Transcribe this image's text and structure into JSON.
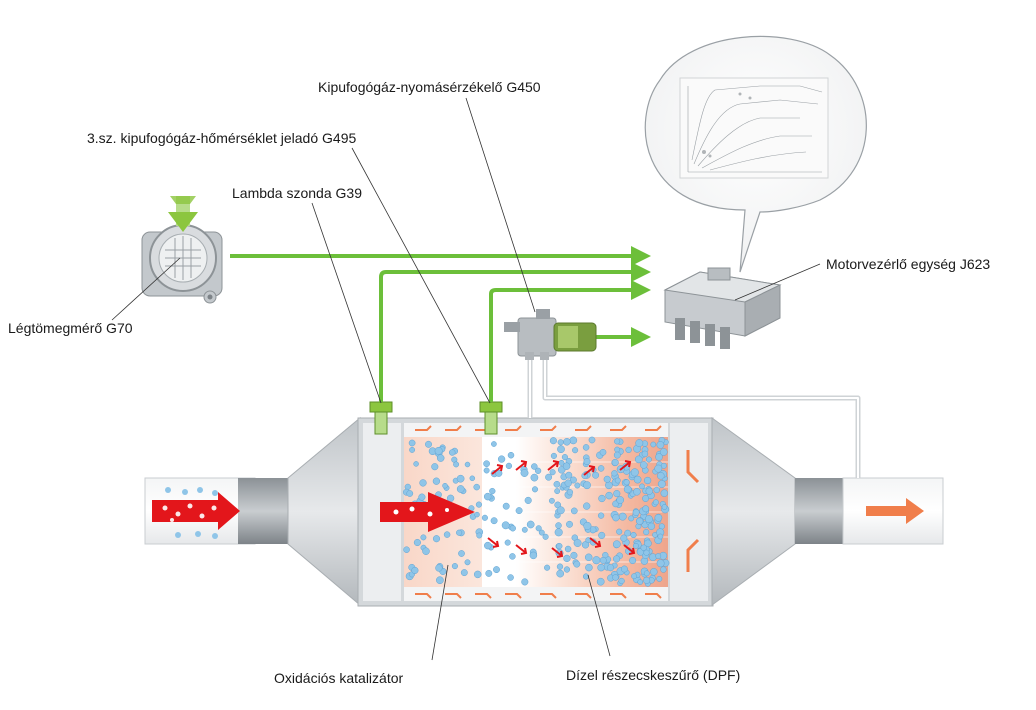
{
  "labels": {
    "pressure_sensor": "Kipufogógáz-nyomásérzékelő  G450",
    "temp_sensor": "3.sz. kipufogógáz-hőmérséklet jeladó  G495",
    "lambda": "Lambda szonda G39",
    "air_mass": "Légtömegmérő G70",
    "ecu": "Motorvezérlő egység J623",
    "oxi_cat": "Oxidációs katalizátor",
    "dpf": "Dízel részecskeszűrő (DPF)"
  },
  "colors": {
    "signal_line": "#6cbf3a",
    "exhaust_arrow": "#e3161b",
    "outlet_arrow": "#f07e4b",
    "soot_particle": "#8fc5e8",
    "housing": "#cfd3d6"
  },
  "icons": {
    "air_mass_sensor": "air-mass-sensor-icon",
    "ecu": "ecu-icon",
    "pressure_sensor": "pressure-sensor-icon",
    "map_bubble": "ecu-map-chart-bubble"
  }
}
